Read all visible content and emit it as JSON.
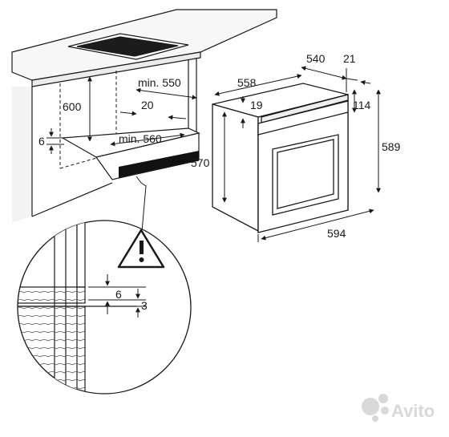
{
  "dimensions": {
    "niche_height": "600",
    "niche_depth": "min. 550",
    "gap_depth": "20",
    "niche_width": "min. 560",
    "floor_thickness": "6",
    "oven_depth": "540",
    "front_depth": "21",
    "body_width": "558",
    "top_offset": "19",
    "panel_offset": "114",
    "body_height": "570",
    "front_height": "589",
    "front_width": "594",
    "detail_gap": "6",
    "detail_offset": "3"
  },
  "watermark": {
    "text": "Avito"
  },
  "colors": {
    "line": "#1a1a1a",
    "wall_fill": "#f4f4f4",
    "dark": "#111111",
    "watermark": "#d9d9d9"
  },
  "icons": {
    "warning": "warning-triangle-icon",
    "watermark": "avito-dots-icon"
  }
}
